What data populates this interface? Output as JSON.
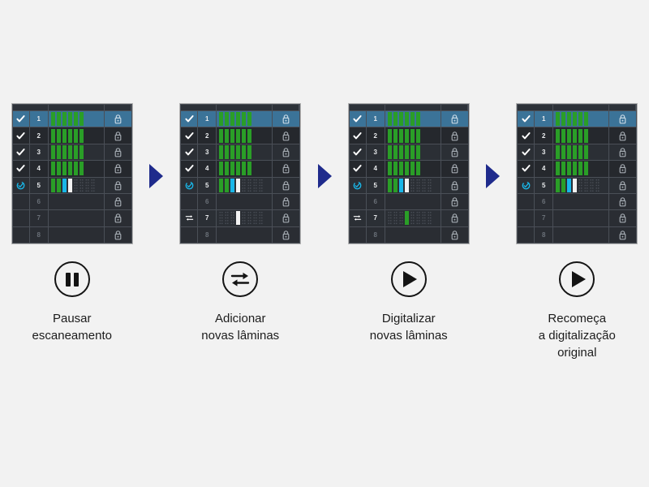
{
  "page": {
    "background_color": "#f2f2f2",
    "arrow_color": "#1f2b8c",
    "accent_selected_color": "#3b7398",
    "bar_green": "#2a9e27",
    "bar_cyan": "#19b6e8",
    "bar_white": "#f2f2f2"
  },
  "steps": [
    {
      "id": "step-pause-scanning",
      "icon": "pause-icon",
      "caption": "Pausar\nescaneamento",
      "panel": {
        "rows": [
          {
            "number": "1",
            "status": "check-icon",
            "selected": true,
            "dim": false,
            "bars": [
              "green",
              "green",
              "green",
              "green",
              "green",
              "green"
            ]
          },
          {
            "number": "2",
            "status": "check-icon",
            "selected": false,
            "dim": false,
            "bars": [
              "green",
              "green",
              "green",
              "green",
              "green",
              "green"
            ]
          },
          {
            "number": "3",
            "status": "check-icon",
            "selected": false,
            "dim": false,
            "bars": [
              "green",
              "green",
              "green",
              "green",
              "green",
              "green"
            ]
          },
          {
            "number": "4",
            "status": "check-icon",
            "selected": false,
            "dim": false,
            "bars": [
              "green",
              "green",
              "green",
              "green",
              "green",
              "green"
            ]
          },
          {
            "number": "5",
            "status": "scan-icon",
            "selected": false,
            "dim": false,
            "bars": [
              "green",
              "green",
              "cyan",
              "white",
              "ghost",
              "ghost",
              "ghost",
              "ghost"
            ]
          },
          {
            "number": "6",
            "status": "none",
            "selected": false,
            "dim": true,
            "bars": []
          },
          {
            "number": "7",
            "status": "none",
            "selected": false,
            "dim": true,
            "bars": []
          },
          {
            "number": "8",
            "status": "none",
            "selected": false,
            "dim": true,
            "bars": []
          }
        ]
      }
    },
    {
      "id": "step-add-new-slides",
      "icon": "swap-arrows-icon",
      "caption": "Adicionar\nnovas lâminas",
      "panel": {
        "rows": [
          {
            "number": "1",
            "status": "check-icon",
            "selected": true,
            "dim": false,
            "bars": [
              "green",
              "green",
              "green",
              "green",
              "green",
              "green"
            ]
          },
          {
            "number": "2",
            "status": "check-icon",
            "selected": false,
            "dim": false,
            "bars": [
              "green",
              "green",
              "green",
              "green",
              "green",
              "green"
            ]
          },
          {
            "number": "3",
            "status": "check-icon",
            "selected": false,
            "dim": false,
            "bars": [
              "green",
              "green",
              "green",
              "green",
              "green",
              "green"
            ]
          },
          {
            "number": "4",
            "status": "check-icon",
            "selected": false,
            "dim": false,
            "bars": [
              "green",
              "green",
              "green",
              "green",
              "green",
              "green"
            ]
          },
          {
            "number": "5",
            "status": "scan-icon",
            "selected": false,
            "dim": false,
            "bars": [
              "green",
              "green",
              "cyan",
              "white",
              "ghost",
              "ghost",
              "ghost",
              "ghost"
            ]
          },
          {
            "number": "6",
            "status": "none",
            "selected": false,
            "dim": true,
            "bars": []
          },
          {
            "number": "7",
            "status": "swap-icon",
            "selected": false,
            "dim": false,
            "bars": [
              "ghost",
              "ghost",
              "ghost",
              "white",
              "ghost",
              "ghost",
              "ghost",
              "ghost"
            ]
          },
          {
            "number": "8",
            "status": "none",
            "selected": false,
            "dim": true,
            "bars": []
          }
        ]
      }
    },
    {
      "id": "step-scan-new-slides",
      "icon": "play-icon",
      "caption": "Digitalizar\nnovas lâminas",
      "panel": {
        "rows": [
          {
            "number": "1",
            "status": "check-icon",
            "selected": true,
            "dim": false,
            "bars": [
              "green",
              "green",
              "green",
              "green",
              "green",
              "green"
            ]
          },
          {
            "number": "2",
            "status": "check-icon",
            "selected": false,
            "dim": false,
            "bars": [
              "green",
              "green",
              "green",
              "green",
              "green",
              "green"
            ]
          },
          {
            "number": "3",
            "status": "check-icon",
            "selected": false,
            "dim": false,
            "bars": [
              "green",
              "green",
              "green",
              "green",
              "green",
              "green"
            ]
          },
          {
            "number": "4",
            "status": "check-icon",
            "selected": false,
            "dim": false,
            "bars": [
              "green",
              "green",
              "green",
              "green",
              "green",
              "green"
            ]
          },
          {
            "number": "5",
            "status": "scan-icon",
            "selected": false,
            "dim": false,
            "bars": [
              "green",
              "green",
              "cyan",
              "white",
              "ghost",
              "ghost",
              "ghost",
              "ghost"
            ]
          },
          {
            "number": "6",
            "status": "none",
            "selected": false,
            "dim": true,
            "bars": []
          },
          {
            "number": "7",
            "status": "swap-icon",
            "selected": false,
            "dim": false,
            "bars": [
              "ghost",
              "ghost",
              "ghost",
              "green",
              "ghost",
              "ghost",
              "ghost",
              "ghost"
            ]
          },
          {
            "number": "8",
            "status": "none",
            "selected": false,
            "dim": true,
            "bars": []
          }
        ]
      }
    },
    {
      "id": "step-resume-original-scan",
      "icon": "play-icon",
      "caption": "Recomeça\na digitalização\noriginal",
      "panel": {
        "rows": [
          {
            "number": "1",
            "status": "check-icon",
            "selected": true,
            "dim": false,
            "bars": [
              "green",
              "green",
              "green",
              "green",
              "green",
              "green"
            ]
          },
          {
            "number": "2",
            "status": "check-icon",
            "selected": false,
            "dim": false,
            "bars": [
              "green",
              "green",
              "green",
              "green",
              "green",
              "green"
            ]
          },
          {
            "number": "3",
            "status": "check-icon",
            "selected": false,
            "dim": false,
            "bars": [
              "green",
              "green",
              "green",
              "green",
              "green",
              "green"
            ]
          },
          {
            "number": "4",
            "status": "check-icon",
            "selected": false,
            "dim": false,
            "bars": [
              "green",
              "green",
              "green",
              "green",
              "green",
              "green"
            ]
          },
          {
            "number": "5",
            "status": "scan-icon",
            "selected": false,
            "dim": false,
            "bars": [
              "green",
              "green",
              "cyan",
              "white",
              "ghost",
              "ghost",
              "ghost",
              "ghost"
            ]
          },
          {
            "number": "6",
            "status": "none",
            "selected": false,
            "dim": true,
            "bars": []
          },
          {
            "number": "7",
            "status": "none",
            "selected": false,
            "dim": true,
            "bars": []
          },
          {
            "number": "8",
            "status": "none",
            "selected": false,
            "dim": true,
            "bars": []
          }
        ]
      }
    }
  ]
}
